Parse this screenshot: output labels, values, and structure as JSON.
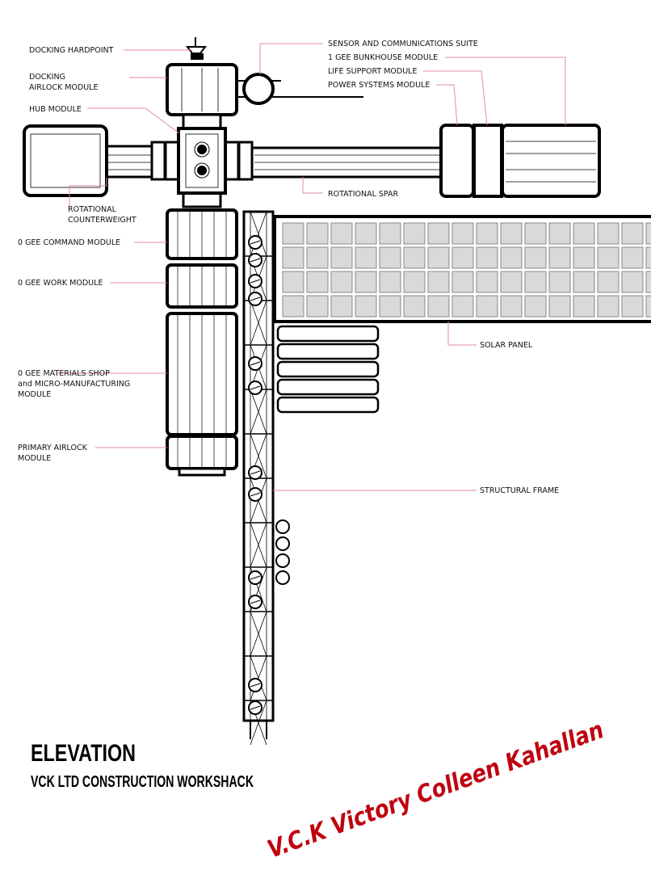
{
  "labels": {
    "docking_hardpoint": "DOCKING HARDPOINT",
    "docking_airlock_1": "DOCKING",
    "docking_airlock_2": "AIRLOCK MODULE",
    "hub_module": "HUB MODULE",
    "rotational_counterweight_1": "ROTATIONAL",
    "rotational_counterweight_2": "COUNTERWEIGHT",
    "command_module": "0 GEE COMMAND MODULE",
    "work_module": "0 GEE WORK MODULE",
    "materials_1": "0 GEE MATERIALS SHOP",
    "materials_2": "and MICRO-MANUFACTURING",
    "materials_3": "MODULE",
    "primary_airlock_1": "PRIMARY AIRLOCK",
    "primary_airlock_2": "MODULE",
    "sensor_suite": "SENSOR AND COMMUNICATIONS SUITE",
    "bunkhouse": "1 GEE BUNKHOUSE MODULE",
    "life_support": "LIFE SUPPORT MODULE",
    "power_systems": "POWER SYSTEMS MODULE",
    "rotational_spar": "ROTATIONAL SPAR",
    "solar_panel": "SOLAR PANEL",
    "structural_frame": "STRUCTURAL FRAME"
  },
  "title": {
    "heading": "ELEVATION",
    "subheading": "VCK LTD CONSTRUCTION WORKSHACK"
  },
  "signature": "V.C.K Victory Colleen Kahallan",
  "colors": {
    "leader": "#e38aa0",
    "signature": "#c0000f",
    "panel": "#d9d9d9"
  }
}
